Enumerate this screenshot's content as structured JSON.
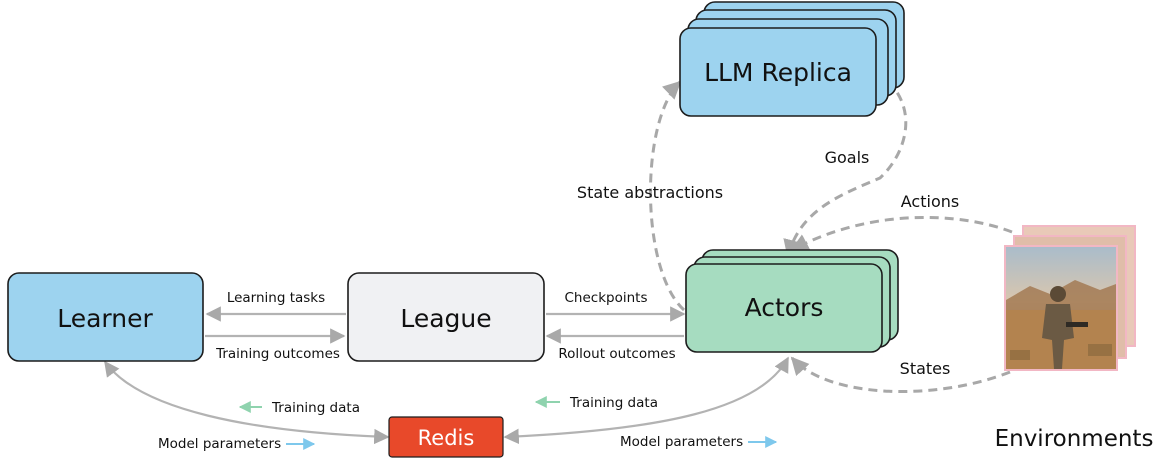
{
  "nodes": {
    "learner": "Learner",
    "league": "League",
    "actors": "Actors",
    "llm_replica": "LLM Replica",
    "redis": "Redis",
    "environments": "Environments"
  },
  "edges": {
    "learning_tasks": "Learning tasks",
    "training_outcomes": "Training outcomes",
    "checkpoints": "Checkpoints",
    "rollout_outcomes": "Rollout outcomes",
    "state_abstractions": "State abstractions",
    "goals": "Goals",
    "actions": "Actions",
    "states": "States",
    "training_data_left": "Training data",
    "training_data_right": "Training data",
    "model_parameters_left": "Model parameters",
    "model_parameters_right": "Model parameters"
  },
  "colors": {
    "learner": "#9dd3ef",
    "league": "#f0f1f3",
    "actors": "#a6dcc0",
    "llm": "#9dd3ef",
    "redis": "#e8492a",
    "env_border": "#f2b7c4",
    "gray_arrow": "#b3b3b3",
    "dashed_arrow": "#a8a8a8",
    "green_arrow": "#8fd3ae",
    "blue_arrow": "#7ec8ec"
  },
  "environment_image": "desert-soldier-scene"
}
